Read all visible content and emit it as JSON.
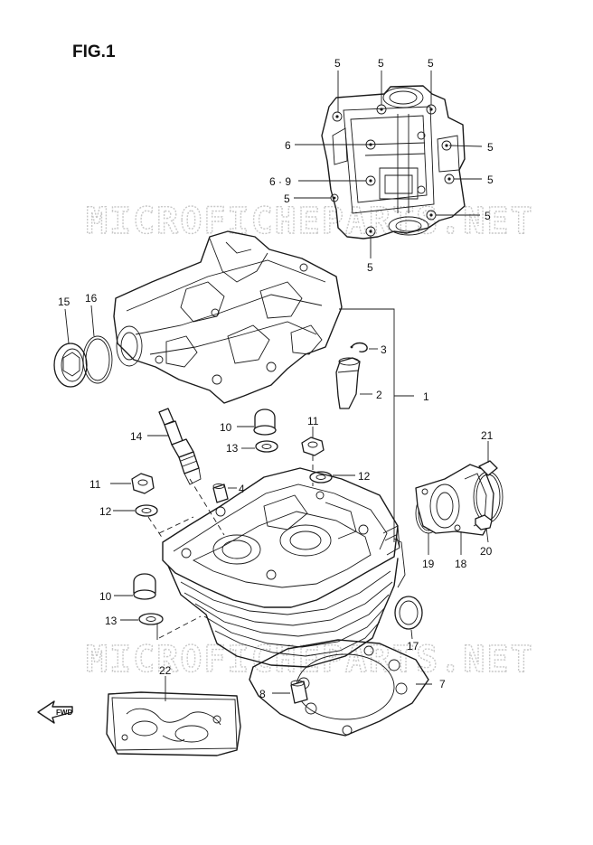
{
  "figure": {
    "title": "FIG.1"
  },
  "watermark": "MICROFICHEPARTS.NET",
  "callouts": [
    {
      "id": "c5a",
      "label": "5"
    },
    {
      "id": "c5b",
      "label": "5"
    },
    {
      "id": "c5c",
      "label": "5"
    },
    {
      "id": "c6",
      "label": "6"
    },
    {
      "id": "c5d",
      "label": "5"
    },
    {
      "id": "c69",
      "label": "6 · 9"
    },
    {
      "id": "c5e",
      "label": "5"
    },
    {
      "id": "c5f",
      "label": "5"
    },
    {
      "id": "c5g",
      "label": "5"
    },
    {
      "id": "c5h",
      "label": "5"
    },
    {
      "id": "c15",
      "label": "15"
    },
    {
      "id": "c16",
      "label": "16"
    },
    {
      "id": "c3",
      "label": "3"
    },
    {
      "id": "c2",
      "label": "2"
    },
    {
      "id": "c1",
      "label": "1"
    },
    {
      "id": "c10a",
      "label": "10"
    },
    {
      "id": "c11a",
      "label": "11"
    },
    {
      "id": "c14",
      "label": "14"
    },
    {
      "id": "c13a",
      "label": "13"
    },
    {
      "id": "c21",
      "label": "21"
    },
    {
      "id": "c11b",
      "label": "11"
    },
    {
      "id": "c4",
      "label": "4"
    },
    {
      "id": "c12a",
      "label": "12"
    },
    {
      "id": "c12b",
      "label": "12"
    },
    {
      "id": "c19",
      "label": "19"
    },
    {
      "id": "c18",
      "label": "18"
    },
    {
      "id": "c20",
      "label": "20"
    },
    {
      "id": "c10b",
      "label": "10"
    },
    {
      "id": "c13b",
      "label": "13"
    },
    {
      "id": "c17",
      "label": "17"
    },
    {
      "id": "c22",
      "label": "22"
    },
    {
      "id": "c7",
      "label": "7"
    },
    {
      "id": "c8",
      "label": "8"
    }
  ],
  "direction_arrow": {
    "label": "FWD"
  },
  "icons": [
    "forward-arrow-icon"
  ]
}
